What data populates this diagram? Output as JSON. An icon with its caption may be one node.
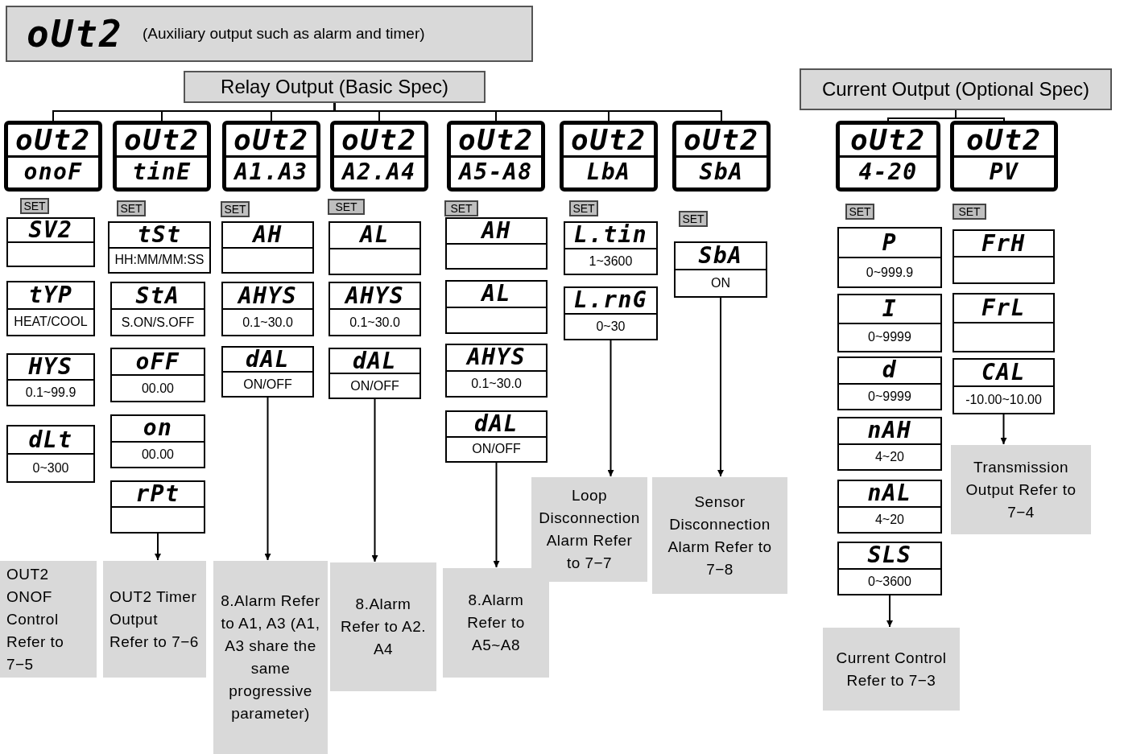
{
  "diagram": {
    "nodes": [
      {
        "text": [
          "oUt2",
          "(Auxiliary output such as alarm and timer)"
        ]
      },
      {
        "text": [
          "Relay Output (Basic Spec)"
        ]
      },
      {
        "text": [
          "Current Output (Optional Spec)"
        ]
      },
      {
        "text": [
          "oUt2",
          "onoF"
        ]
      },
      {
        "text": [
          "SET"
        ]
      },
      {
        "text": [
          "SV2"
        ]
      },
      {
        "text": [
          "tYP",
          "HEAT/COOL"
        ]
      },
      {
        "text": [
          "HYS",
          "0.1~99.9"
        ]
      },
      {
        "text": [
          "dLt",
          "0~300"
        ]
      },
      {
        "text": [
          "OUT2 ONOF Control Refer to 7−5"
        ]
      },
      {
        "text": [
          "oUt2",
          "tinE"
        ]
      },
      {
        "text": [
          "SET"
        ]
      },
      {
        "text": [
          "tSt",
          "HH:MM/MM:SS"
        ]
      },
      {
        "text": [
          "StA",
          "S.ON/S.OFF"
        ]
      },
      {
        "text": [
          "oFF",
          "00.00"
        ]
      },
      {
        "text": [
          "on",
          "00.00"
        ]
      },
      {
        "text": [
          "rPt"
        ]
      },
      {
        "text": [
          "OUT2 Timer Output Refer to 7−6"
        ]
      },
      {
        "text": [
          "oUt2",
          "A1.A3"
        ]
      },
      {
        "text": [
          "SET"
        ]
      },
      {
        "text": [
          "AH"
        ]
      },
      {
        "text": [
          "AHYS",
          "0.1~30.0"
        ]
      },
      {
        "text": [
          "dAL",
          "ON/OFF"
        ]
      },
      {
        "text": [
          "8.Alarm Refer to A1, A3 (A1, A3 share the same progressive parameter)"
        ]
      },
      {
        "text": [
          "oUt2",
          "A2.A4"
        ]
      },
      {
        "text": [
          "SET"
        ]
      },
      {
        "text": [
          "AL"
        ]
      },
      {
        "text": [
          "AHYS",
          "0.1~30.0"
        ]
      },
      {
        "text": [
          "dAL",
          "ON/OFF"
        ]
      },
      {
        "text": [
          "8.Alarm Refer to A2. A4"
        ]
      },
      {
        "text": [
          "oUt2",
          "A5-A8"
        ]
      },
      {
        "text": [
          "SET"
        ]
      },
      {
        "text": [
          "AH"
        ]
      },
      {
        "text": [
          "AL"
        ]
      },
      {
        "text": [
          "AHYS",
          "0.1~30.0"
        ]
      },
      {
        "text": [
          "dAL",
          "ON/OFF"
        ]
      },
      {
        "text": [
          "8.Alarm Refer to A5~A8"
        ]
      },
      {
        "text": [
          "oUt2",
          "LbA"
        ]
      },
      {
        "text": [
          "SET"
        ]
      },
      {
        "text": [
          "L.tin",
          "1~3600"
        ]
      },
      {
        "text": [
          "L.rnG",
          "0~30"
        ]
      },
      {
        "text": [
          "Loop Disconnection Alarm Refer to 7−7"
        ]
      },
      {
        "text": [
          "oUt2",
          "SbA"
        ]
      },
      {
        "text": [
          "SET"
        ]
      },
      {
        "text": [
          "SbA",
          "ON"
        ]
      },
      {
        "text": [
          "Sensor Disconnection Alarm Refer to 7−8"
        ]
      },
      {
        "text": [
          "oUt2",
          "4-20"
        ]
      },
      {
        "text": [
          "SET"
        ]
      },
      {
        "text": [
          "P",
          "0~999.9"
        ]
      },
      {
        "text": [
          "I",
          "0~9999"
        ]
      },
      {
        "text": [
          "d",
          "0~9999"
        ]
      },
      {
        "text": [
          "nAH",
          "4~20"
        ]
      },
      {
        "text": [
          "nAL",
          "4~20"
        ]
      },
      {
        "text": [
          "SLS",
          "0~3600"
        ]
      },
      {
        "text": [
          "Current Control Refer to 7−3"
        ]
      },
      {
        "text": [
          "oUt2",
          "PV"
        ]
      },
      {
        "text": [
          "SET"
        ]
      },
      {
        "text": [
          "FrH"
        ]
      },
      {
        "text": [
          "FrL"
        ]
      },
      {
        "text": [
          "CAL",
          "-10.00~10.00"
        ]
      },
      {
        "text": [
          "Transmission Output Refer to 7−4"
        ]
      }
    ],
    "edges": [
      {
        "from": 1,
        "to": 3,
        "arrow": "none"
      },
      {
        "from": 1,
        "to": 10,
        "arrow": "none"
      },
      {
        "from": 1,
        "to": 18,
        "arrow": "none"
      },
      {
        "from": 1,
        "to": 24,
        "arrow": "none"
      },
      {
        "from": 1,
        "to": 30,
        "arrow": "none"
      },
      {
        "from": 1,
        "to": 37,
        "arrow": "none"
      },
      {
        "from": 1,
        "to": 42,
        "arrow": "none"
      },
      {
        "from": 2,
        "to": 46,
        "arrow": "none"
      },
      {
        "from": 2,
        "to": 55,
        "arrow": "none"
      },
      {
        "from": 16,
        "to": 17,
        "arrow": "to"
      },
      {
        "from": 22,
        "to": 23,
        "arrow": "to"
      },
      {
        "from": 28,
        "to": 29,
        "arrow": "to"
      },
      {
        "from": 35,
        "to": 36,
        "arrow": "to"
      },
      {
        "from": 40,
        "to": 41,
        "arrow": "to"
      },
      {
        "from": 44,
        "to": 45,
        "arrow": "to"
      },
      {
        "from": 53,
        "to": 54,
        "arrow": "to"
      },
      {
        "from": 59,
        "to": 60,
        "arrow": "to"
      }
    ]
  }
}
